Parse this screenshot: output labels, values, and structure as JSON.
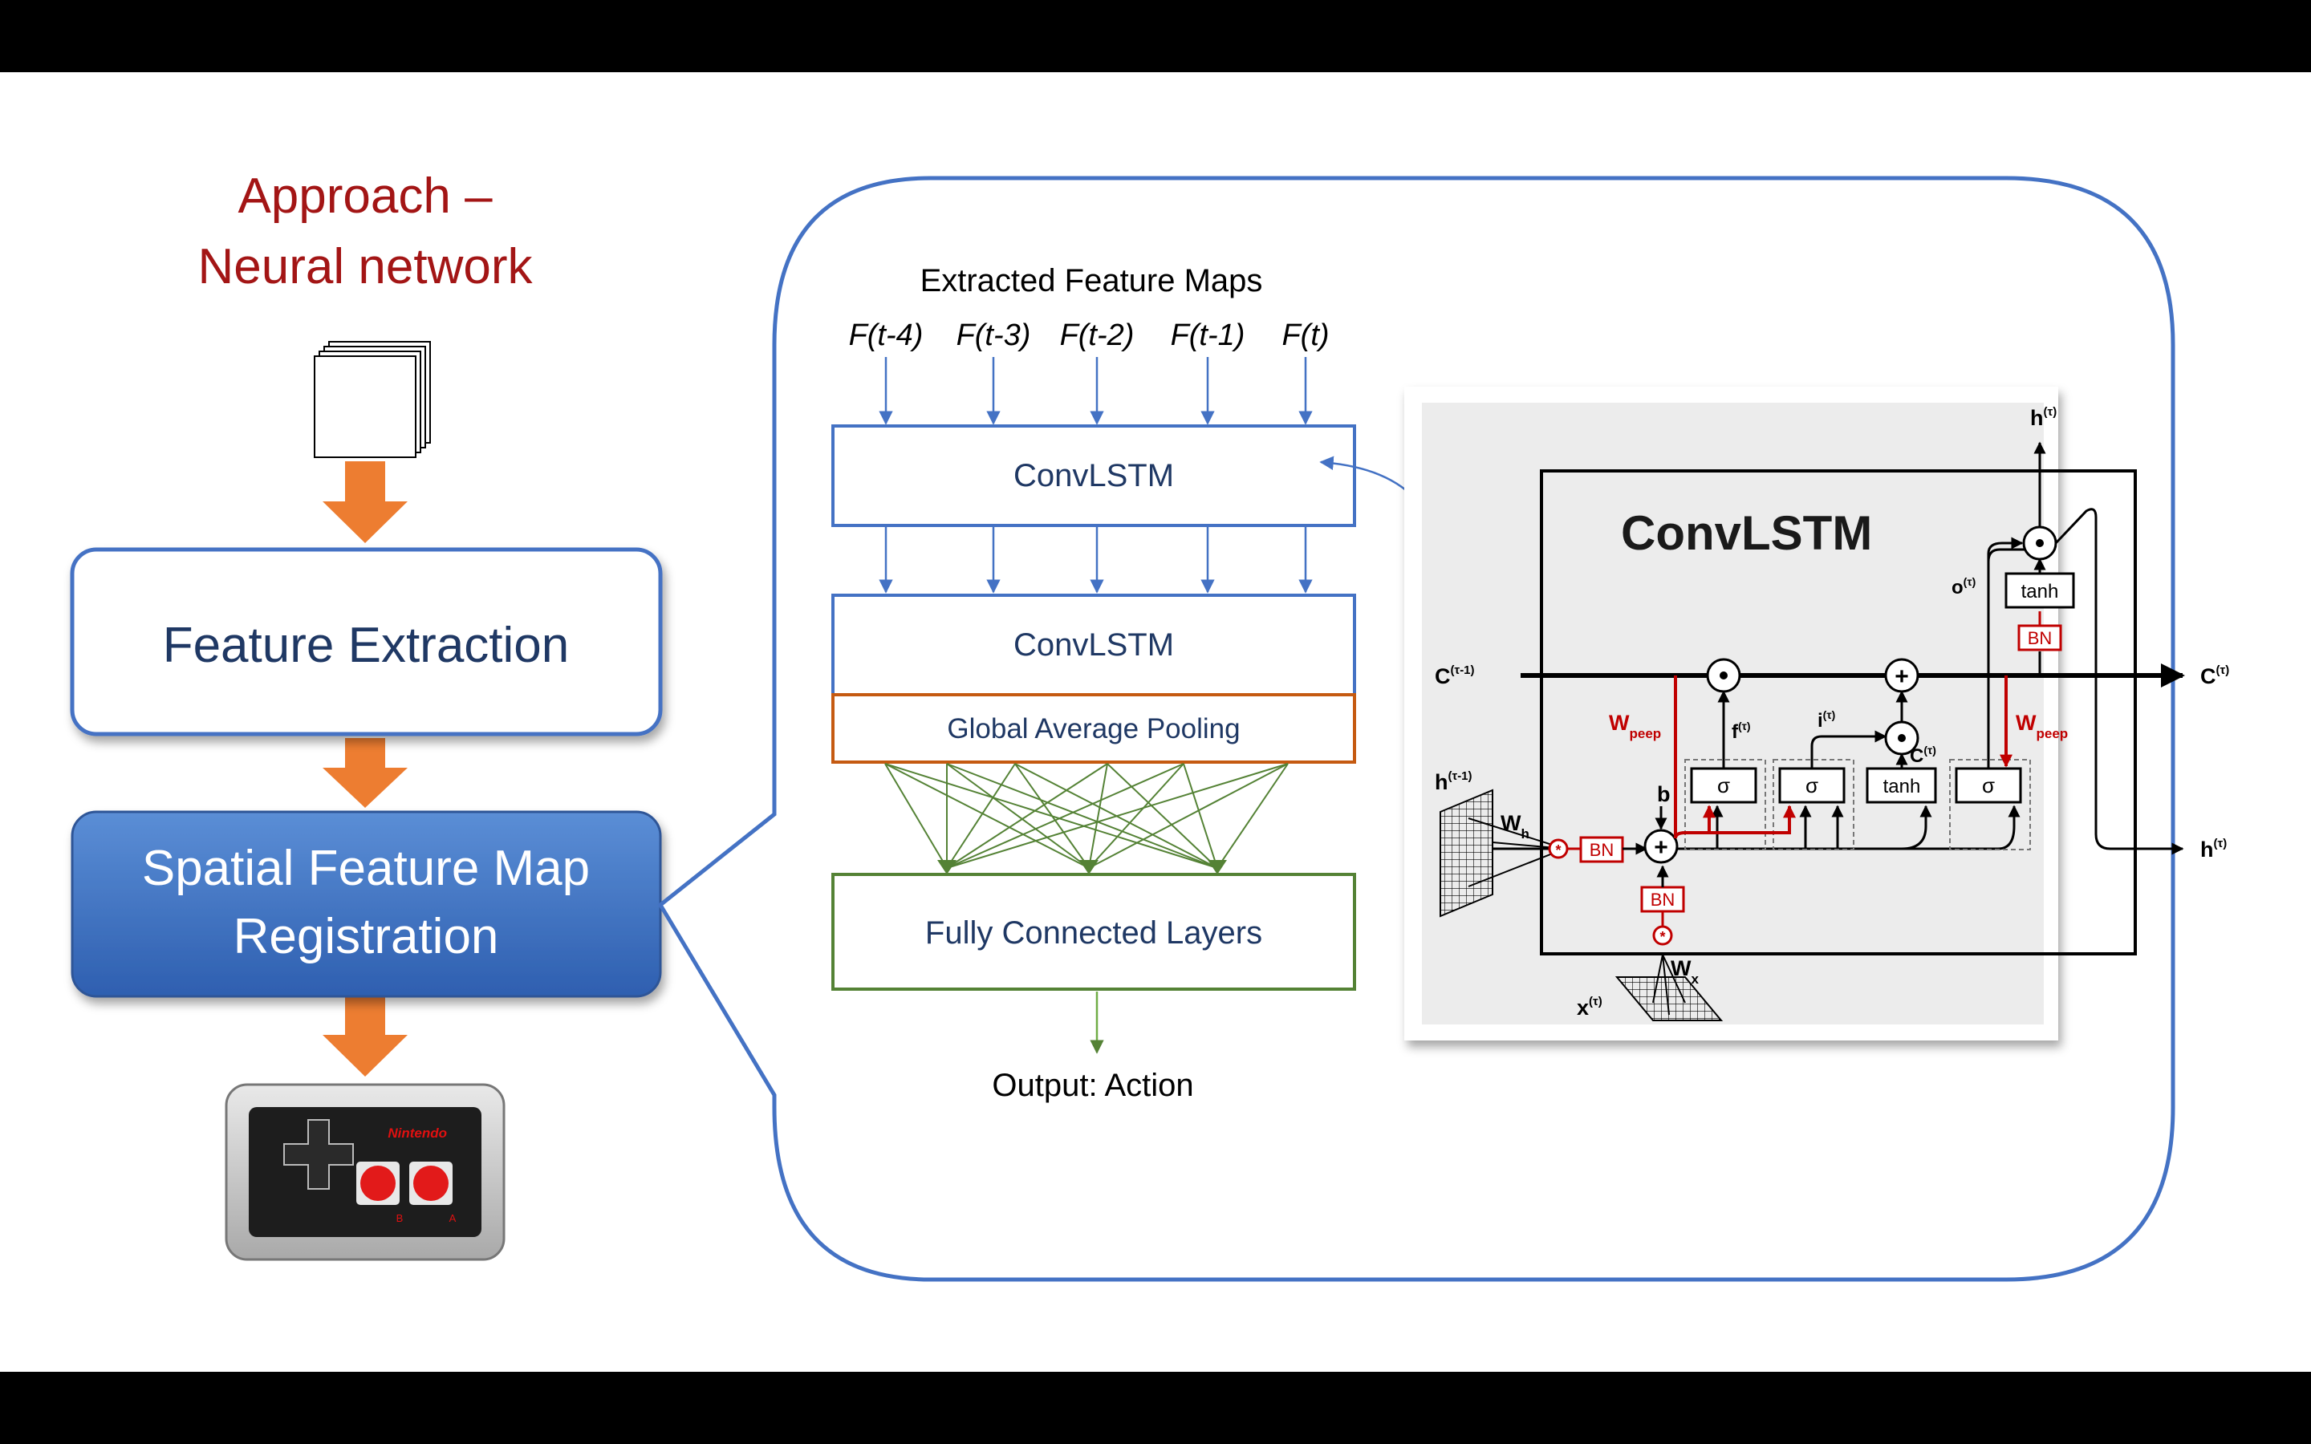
{
  "slide": {
    "title_line1": "Approach –",
    "title_line2": "Neural network",
    "title_color": "#a31515"
  },
  "pipeline": {
    "feature_extraction": "Feature Extraction",
    "registration_line1": "Spatial Feature Map",
    "registration_line2": "Registration",
    "controller_brand": "Nintendo",
    "controller_b": "B",
    "controller_a": "A"
  },
  "network": {
    "input_title": "Extracted Feature Maps",
    "frames": [
      "F(t-4)",
      "F(t-3)",
      "F(t-2)",
      "F(t-1)",
      "F(t)"
    ],
    "convlstm1": "ConvLSTM",
    "convlstm2": "ConvLSTM",
    "gap": "Global Average Pooling",
    "fc": "Fully Connected Layers",
    "output": "Output: Action"
  },
  "cell": {
    "title": "ConvLSTM",
    "c_prev": "C",
    "c_prev_sup": "(τ-1)",
    "c_next": "C",
    "c_next_sup": "(τ)",
    "h_prev": "h",
    "h_prev_sup": "(τ-1)",
    "h_top": "h",
    "h_top_sup": "(τ)",
    "h_out": "h",
    "h_out_sup": "(τ)",
    "x_in": "x",
    "x_in_sup": "(τ)",
    "w_h": "W",
    "w_h_sub": "h",
    "w_x": "W",
    "w_x_sub": "x",
    "w_peep_left": "W",
    "w_peep_right": "W",
    "peep_sub": "peep",
    "bias": "b",
    "f_gate": "f",
    "i_gate": "i",
    "o_gate": "o",
    "c_tilde": "C",
    "gate_sup": "(τ)",
    "sigma": "σ",
    "tanh_gate": "tanh",
    "tanh_out": "tanh",
    "bn": "BN"
  },
  "colors": {
    "box_blue": "#4472c4",
    "box_orange": "#c55a11",
    "box_green": "#548235",
    "arrow_orange": "#ed7d31",
    "text_navy": "#1f3864",
    "cell_red": "#c00000"
  }
}
